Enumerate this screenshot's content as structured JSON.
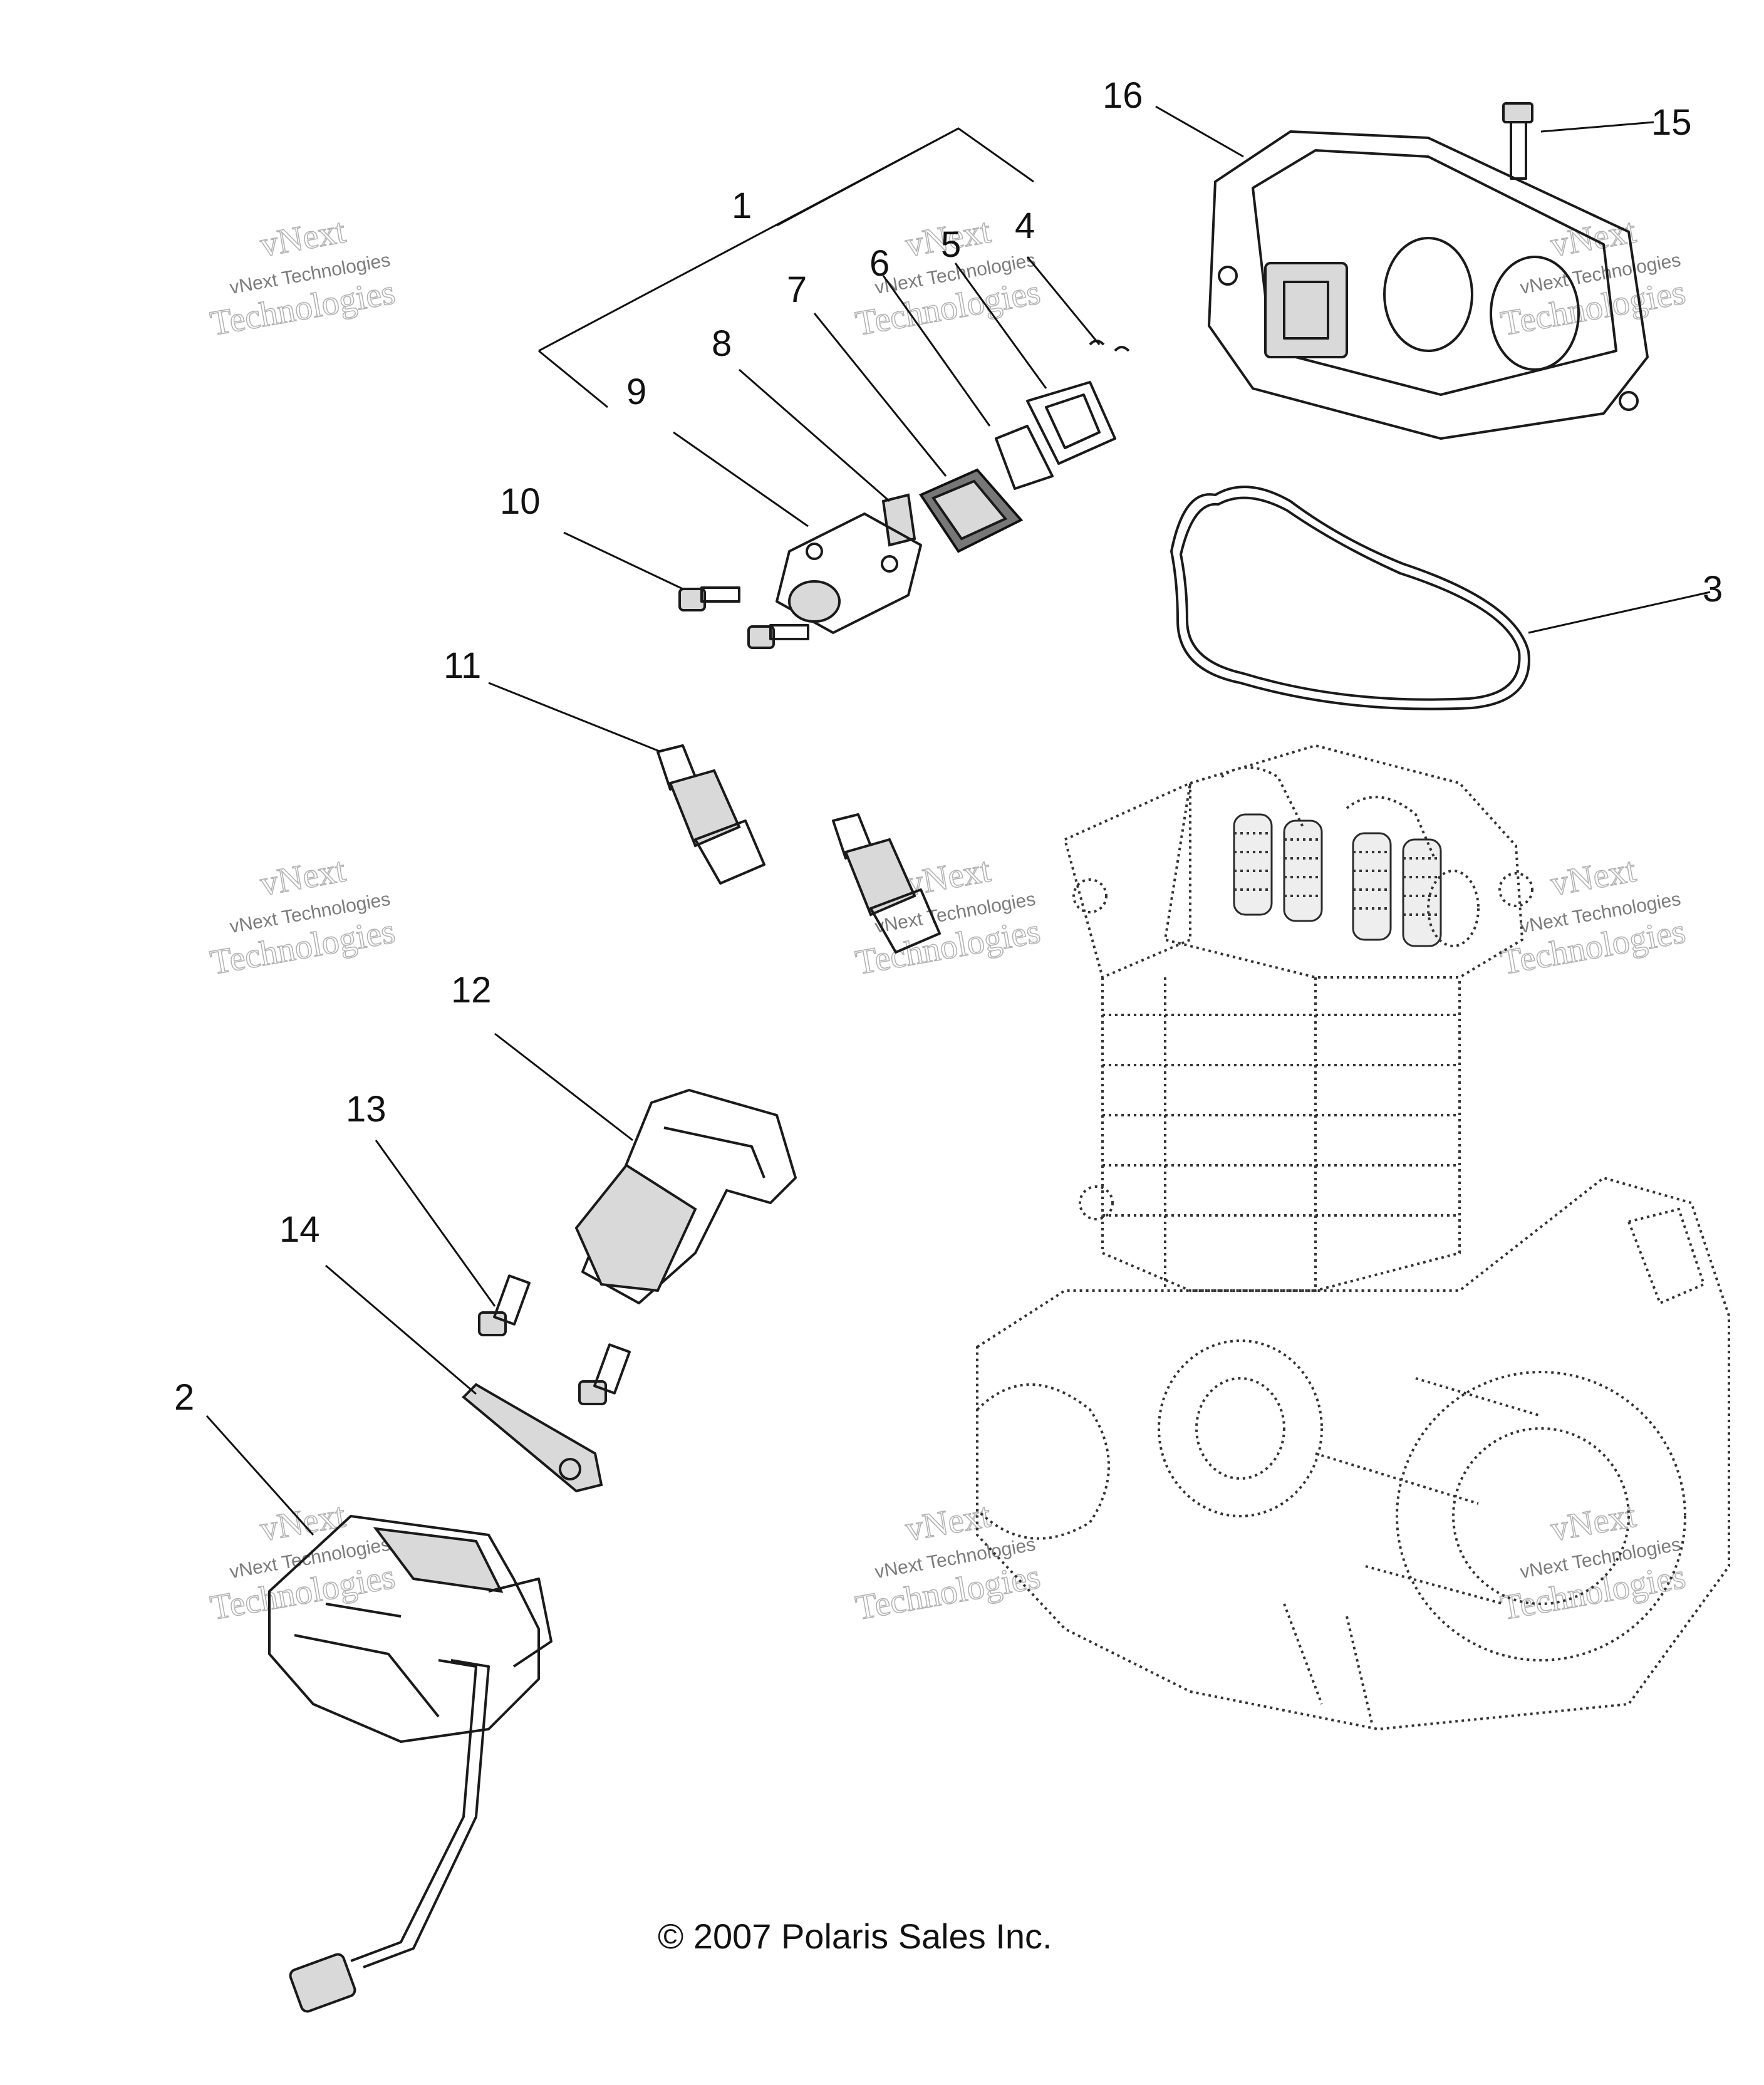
{
  "callouts": [
    "1",
    "2",
    "3",
    "4",
    "5",
    "6",
    "7",
    "8",
    "9",
    "10",
    "11",
    "12",
    "13",
    "14",
    "15",
    "16"
  ],
  "watermark": {
    "line1": "vNext",
    "line2": "vNext Technologies",
    "line3": "Technologies"
  },
  "copyright": "© 2007 Polaris Sales Inc."
}
